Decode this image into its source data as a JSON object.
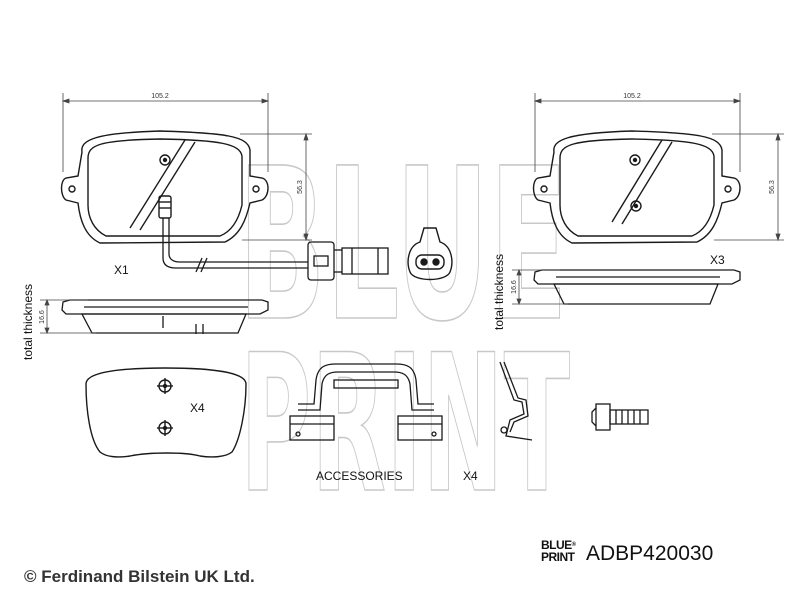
{
  "watermark": {
    "line1": "BLUE",
    "line2": "PRINT"
  },
  "dimensions": {
    "pad_width": "105.2",
    "pad_height": "56.3",
    "total_thickness_value": "16.6",
    "total_thickness_label": "total thickness"
  },
  "quantities": {
    "pad_with_sensor": "X1",
    "pads_plain": "X3",
    "shims": "X4",
    "accessories": "X4"
  },
  "labels": {
    "accessories": "ACCESSORIES"
  },
  "brand": {
    "logo_line1": "BLUE",
    "logo_line2": "PRINT",
    "registered": "®"
  },
  "part_number": "ADBP420030",
  "copyright": "© Ferdinand Bilstein UK Ltd."
}
